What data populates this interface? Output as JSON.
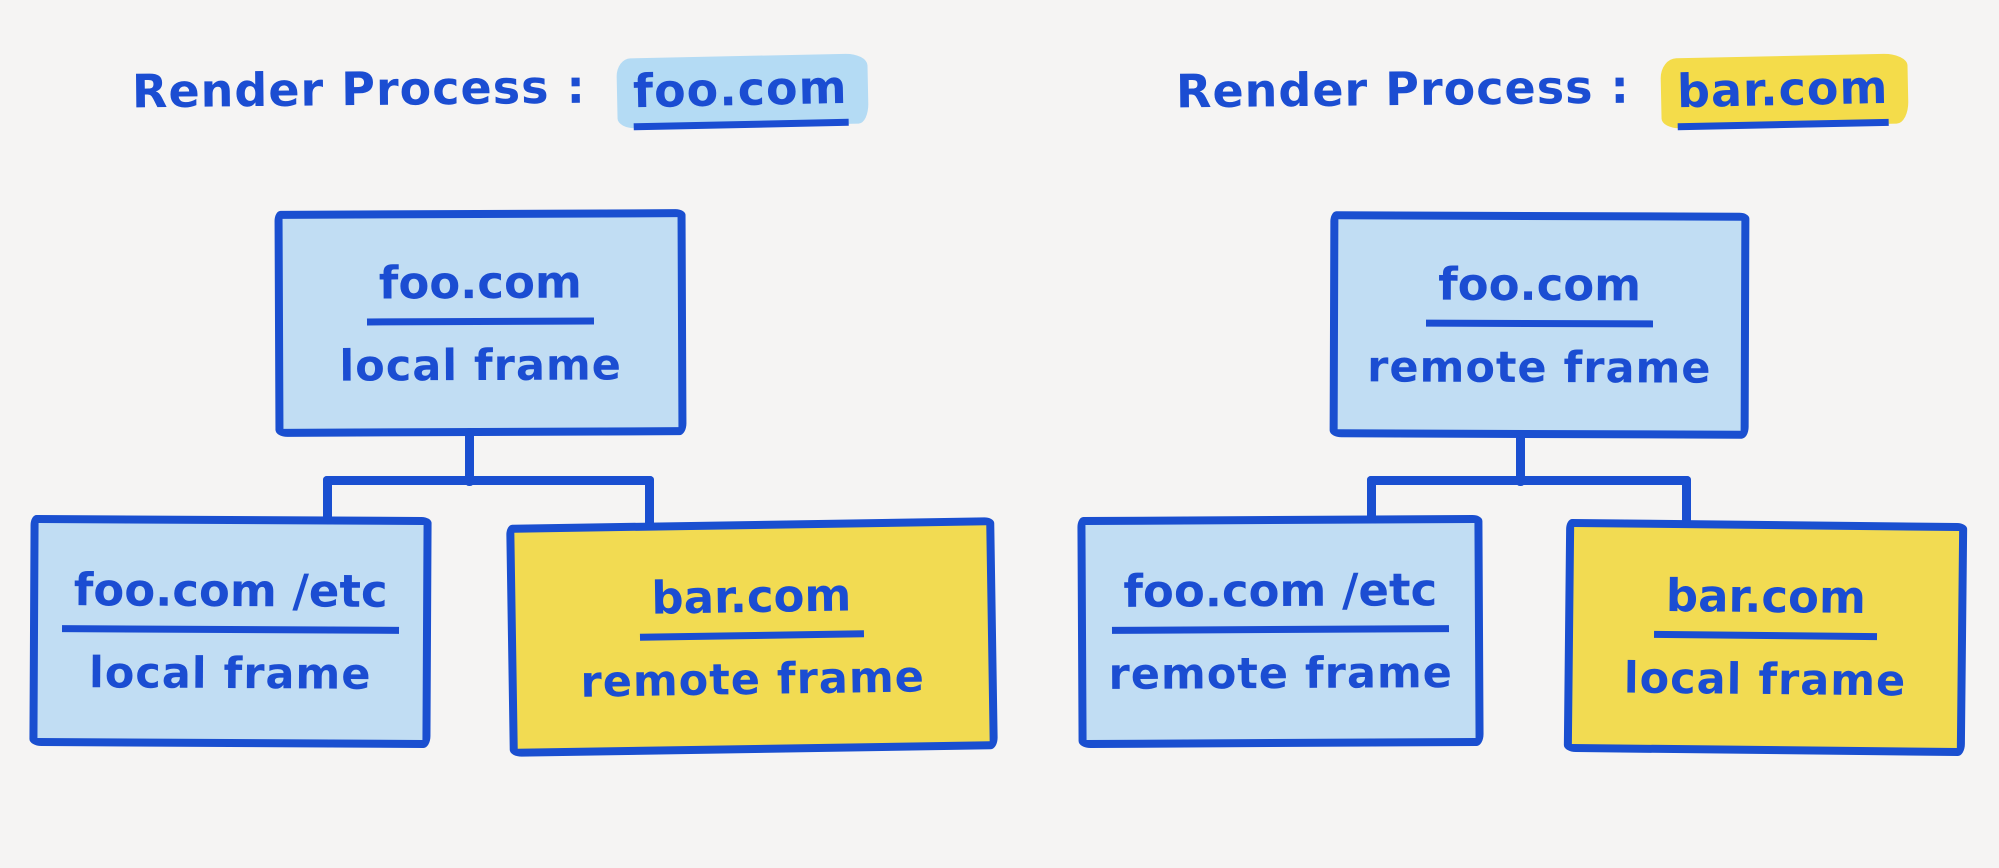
{
  "colors": {
    "bg": "#F5F4F3",
    "ink": "#1B4DD2",
    "ink_border": "#1A4FD0",
    "fill_blue": "#C1DDF3",
    "fill_yellow": "#F2DB52",
    "hl_blue": "#B4DBF4",
    "hl_yellow": "#F4DC4A"
  },
  "diagram": {
    "panels": [
      {
        "title": {
          "prefix": "Render Process :",
          "domain": "foo.com",
          "highlight": "blue"
        },
        "root": {
          "domain": "foo.com",
          "frame": "local frame",
          "fill": "blue"
        },
        "children": [
          {
            "domain": "foo.com /etc",
            "frame": "local frame",
            "fill": "blue"
          },
          {
            "domain": "bar.com",
            "frame": "remote frame",
            "fill": "yellow"
          }
        ]
      },
      {
        "title": {
          "prefix": "Render Process :",
          "domain": "bar.com",
          "highlight": "yellow"
        },
        "root": {
          "domain": "foo.com",
          "frame": "remote frame",
          "fill": "blue"
        },
        "children": [
          {
            "domain": "foo.com /etc",
            "frame": "remote frame",
            "fill": "blue"
          },
          {
            "domain": "bar.com",
            "frame": "local frame",
            "fill": "yellow"
          }
        ]
      }
    ]
  }
}
